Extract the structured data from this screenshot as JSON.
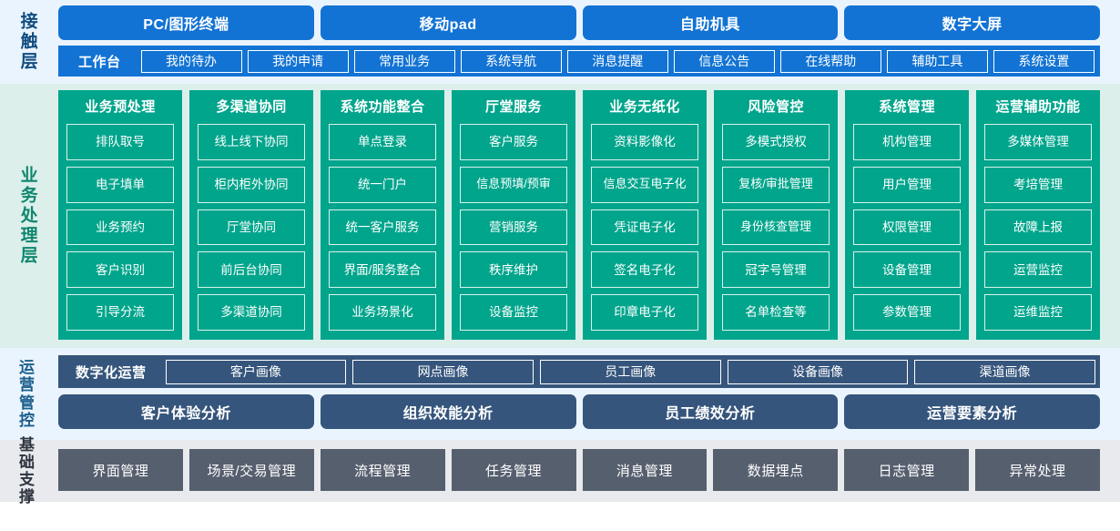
{
  "layers": {
    "contact": {
      "label": "接触层",
      "channels": [
        "PC/图形终端",
        "移动pad",
        "自助机具",
        "数字大屏"
      ],
      "workbench_title": "工作台",
      "workbench_items": [
        "我的待办",
        "我的申请",
        "常用业务",
        "系统导航",
        "消息提醒",
        "信息公告",
        "在线帮助",
        "辅助工具",
        "系统设置"
      ]
    },
    "business": {
      "label": "业务处理层",
      "columns": [
        {
          "title": "业务预处理",
          "items": [
            "排队取号",
            "电子填单",
            "业务预约",
            "客户识别",
            "引导分流"
          ]
        },
        {
          "title": "多渠道协同",
          "items": [
            "线上线下协同",
            "柜内柜外协同",
            "厅堂协同",
            "前后台协同",
            "多渠道协同"
          ]
        },
        {
          "title": "系统功能整合",
          "items": [
            "单点登录",
            "统一门户",
            "统一客户服务",
            "界面/服务整合",
            "业务场景化"
          ]
        },
        {
          "title": "厅堂服务",
          "items": [
            "客户服务",
            "信息预填/预审",
            "营销服务",
            "秩序维护",
            "设备监控"
          ]
        },
        {
          "title": "业务无纸化",
          "items": [
            "资料影像化",
            "信息交互电子化",
            "凭证电子化",
            "签名电子化",
            "印章电子化"
          ]
        },
        {
          "title": "风险管控",
          "items": [
            "多模式授权",
            "复核/审批管理",
            "身份核查管理",
            "冠字号管理",
            "名单检查等"
          ]
        },
        {
          "title": "系统管理",
          "items": [
            "机构管理",
            "用户管理",
            "权限管理",
            "设备管理",
            "参数管理"
          ]
        },
        {
          "title": "运营辅助功能",
          "items": [
            "多媒体管理",
            "考培管理",
            "故障上报",
            "运营监控",
            "运维监控"
          ]
        }
      ]
    },
    "operations": {
      "label": "运营管控",
      "portrait_title": "数字化运营",
      "portraits": [
        "客户画像",
        "网点画像",
        "员工画像",
        "设备画像",
        "渠道画像"
      ],
      "analyses": [
        "客户体验分析",
        "组织效能分析",
        "员工绩效分析",
        "运营要素分析"
      ]
    },
    "base": {
      "label": "基础支撑",
      "items": [
        "界面管理",
        "场景/交易管理",
        "流程管理",
        "任务管理",
        "消息管理",
        "数据埋点",
        "日志管理",
        "异常处理"
      ]
    }
  },
  "colors": {
    "contact_blue": "#1273d4",
    "contact_bg": "#eaf4fe",
    "business_teal": "#00a58c",
    "business_bg": "#dcefeb",
    "ops_navy": "#35557c",
    "ops_bg": "#eaf4fe",
    "base_gray": "#565f6e",
    "base_bg": "#e8eaed"
  }
}
